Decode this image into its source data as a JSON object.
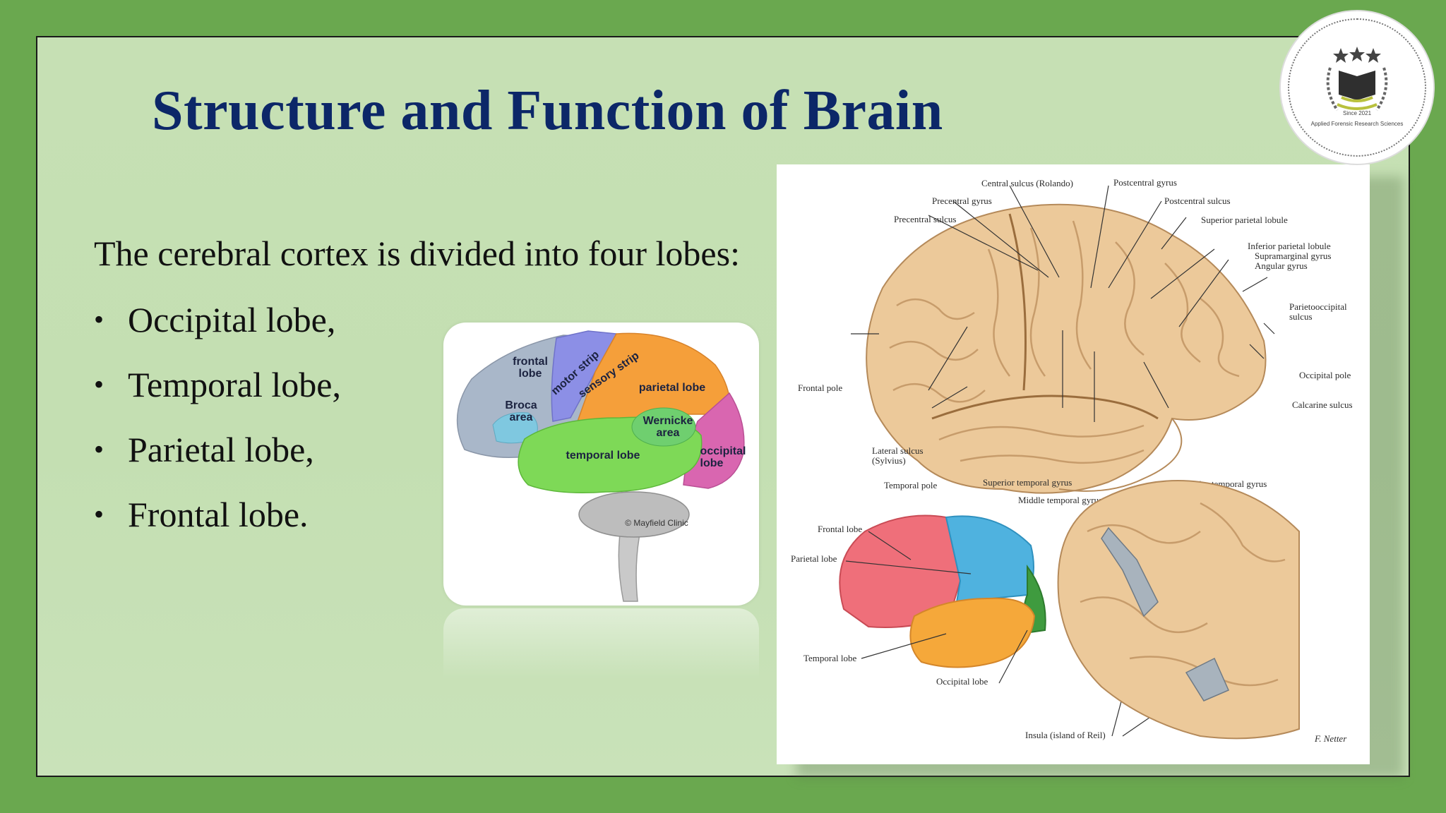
{
  "slide": {
    "title": "Structure and Function of Brain",
    "intro": "The cerebral cortex is divided into four lobes:",
    "bullets": [
      "Occipital lobe,",
      "Temporal lobe,",
      "Parietal lobe,",
      "Frontal lobe."
    ]
  },
  "logo": {
    "since": "Since 2021",
    "name": "Applied Forensic Research Sciences"
  },
  "lobe_diagram": {
    "labels": {
      "frontal": "frontal",
      "frontal2": "lobe",
      "motor": "motor strip",
      "sensory": "sensory strip",
      "parietal": "parietal lobe",
      "broca": "Broca",
      "broca2": "area",
      "wernicke": "Wernicke",
      "wernicke2": "area",
      "temporal": "temporal lobe",
      "occipital": "occipital",
      "occipital2": "lobe",
      "credit": "© Mayfield Clinic"
    }
  },
  "atlas": {
    "labels": {
      "central_sulcus": "Central sulcus (Rolando)",
      "postcentral_gyrus": "Postcentral gyrus",
      "precentral_gyrus": "Precentral gyrus",
      "postcentral_sulcus": "Postcentral sulcus",
      "precentral_sulcus": "Precentral sulcus",
      "superior_parietal": "Superior parietal lobule",
      "inferior_parietal": "Inferior parietal lobule",
      "supramarginal": "Supramarginal gyrus",
      "angular": "Angular gyrus",
      "parietooccipital": "Parietooccipital",
      "parietooccipital2": "sulcus",
      "frontal_pole": "Frontal pole",
      "occipital_pole": "Occipital pole",
      "calcarine": "Calcarine sulcus",
      "lateral_sulcus": "Lateral sulcus",
      "lateral_sulcus2": "(Sylvius)",
      "temporal_pole": "Temporal pole",
      "superior_temporal": "Superior temporal gyrus",
      "middle_temporal": "Middle temporal gyrus",
      "inferior_temporal": "Inferior temporal gyrus",
      "frontal_lobe": "Frontal lobe",
      "parietal_lobe": "Parietal lobe",
      "temporal_lobe": "Temporal lobe",
      "occipital_lobe": "Occipital lobe",
      "insula": "Insula (island of Reil)",
      "signature": "F. Netter"
    }
  },
  "colors": {
    "frame": "#6aa84f",
    "background": "#c6e0b4",
    "title": "#0c2768",
    "brain_tan": "#ecc99a",
    "frontal_blue": "#a9b7c9",
    "motor_purple": "#8c8fe6",
    "sensory_orange": "#f59f3a",
    "temporal_green": "#7ed957",
    "occipital_pink": "#d966b0"
  }
}
